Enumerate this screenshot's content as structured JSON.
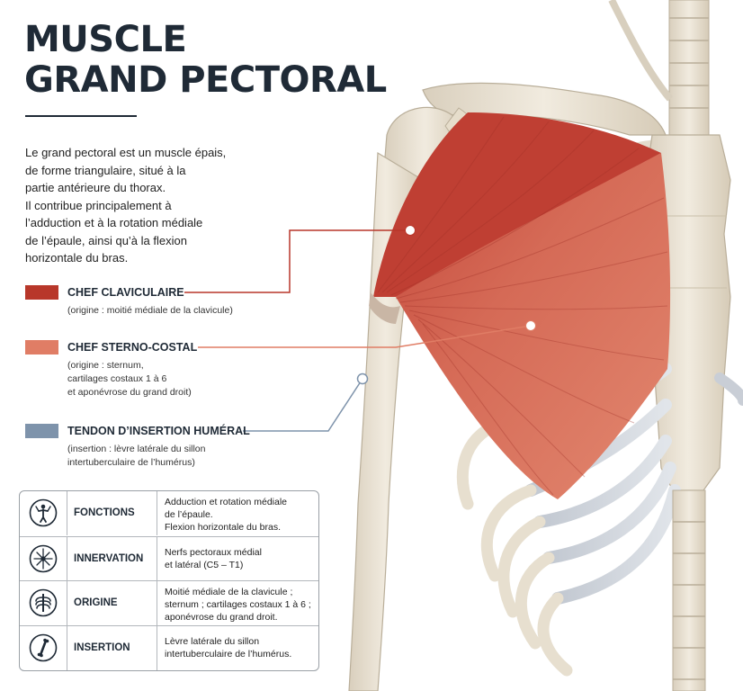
{
  "title": {
    "line1": "MUSCLE",
    "line2": "GRAND PECTORAL"
  },
  "intro": {
    "lines": [
      "Le grand pectoral est un muscle épais,",
      "de forme triangulaire, situé à la",
      "partie antérieure du thorax.",
      "Il contribue principalement à",
      "l’adduction et à la rotation médiale",
      "de l’épaule, ainsi qu’à la flexion",
      "horizontale du bras."
    ]
  },
  "legend": [
    {
      "label": "CHEF CLAVICULAIRE",
      "color": "#b8372a",
      "note": [
        "(origine : moitié médiale de la clavicule)"
      ]
    },
    {
      "label": "CHEF STERNO-COSTAL",
      "color": "#e07d65",
      "note": [
        "(origine : sternum,",
        "cartilages costaux 1 à 6",
        "et aponévrose du grand droit)"
      ]
    },
    {
      "label": "TENDON D’INSERTION HUMÉRAL",
      "color": "#7e93ab",
      "note": [
        "(insertion : lèvre latérale du sillon",
        "intertuberculaire de l’humérus)"
      ]
    }
  ],
  "table": [
    {
      "icon": "person-arms-icon",
      "title": "FONCTIONS",
      "desc": [
        "Adduction et rotation médiale",
        "de l’épaule.",
        "Flexion horizontale du bras."
      ]
    },
    {
      "icon": "nerve-icon",
      "title": "INNERVATION",
      "desc": [
        "Nerfs pectoraux médial",
        "et latéral (C5 – T1)"
      ]
    },
    {
      "icon": "ribcage-icon",
      "title": "ORIGINE",
      "desc": [
        "Moitié médiale de la clavicule ;",
        "sternum ; cartilages costaux 1 à 6 ;",
        "aponévrose du grand droit."
      ]
    },
    {
      "icon": "bone-icon",
      "title": "INSERTION",
      "desc": [
        "Lèvre latérale du sillon",
        "intertuberculaire de l’humérus."
      ]
    }
  ],
  "colors": {
    "title": "#1f2a36",
    "clavicular": "#b8372a",
    "sternocostal": "#e07d65",
    "tendon": "#7e93ab",
    "bone": "#ece4d4",
    "cartilage": "#c9ced6"
  }
}
